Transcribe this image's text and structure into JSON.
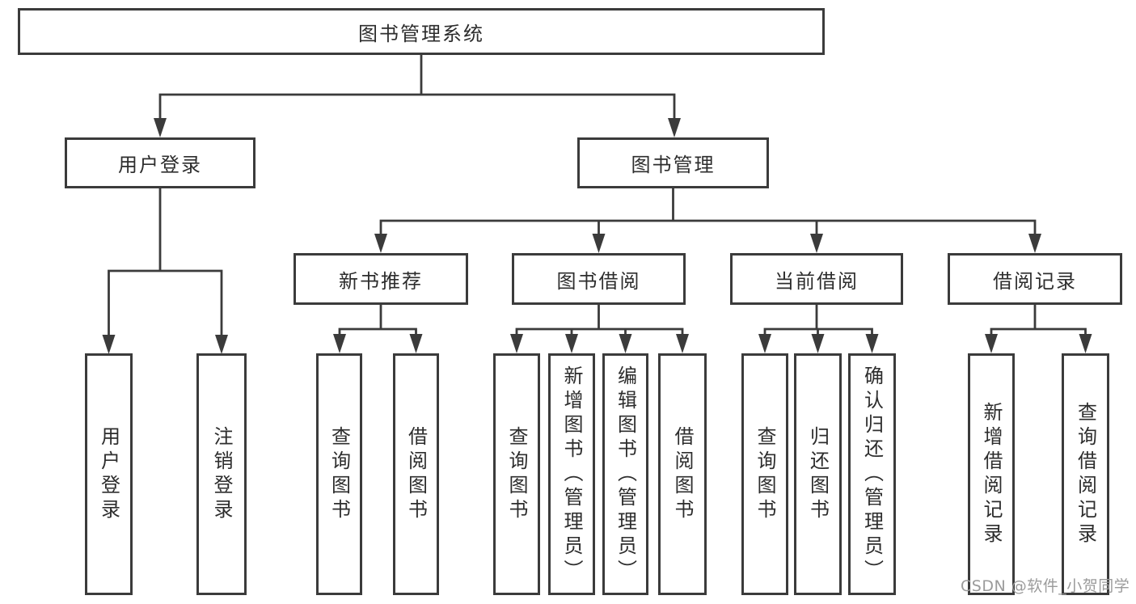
{
  "diagram": {
    "root": {
      "label": "图书管理系统"
    },
    "branches": [
      {
        "label": "用户登录",
        "children": [
          {
            "label": "用户登录"
          },
          {
            "label": "注销登录"
          }
        ]
      },
      {
        "label": "图书管理",
        "children": [
          {
            "label": "新书推荐",
            "children": [
              {
                "label": "查询图书"
              },
              {
                "label": "借阅图书"
              }
            ]
          },
          {
            "label": "图书借阅",
            "children": [
              {
                "label": "查询图书"
              },
              {
                "label": "新增图书（管理员）"
              },
              {
                "label": "编辑图书（管理员）"
              },
              {
                "label": "借阅图书"
              }
            ]
          },
          {
            "label": "当前借阅",
            "children": [
              {
                "label": "查询图书"
              },
              {
                "label": "归还图书"
              },
              {
                "label": "确认归还（管理员）"
              }
            ]
          },
          {
            "label": "借阅记录",
            "children": [
              {
                "label": "新增借阅记录"
              },
              {
                "label": "查询借阅记录"
              }
            ]
          }
        ]
      }
    ]
  },
  "watermark": {
    "text": "CSDN @软件_小贺同学"
  },
  "colors": {
    "line": "#3b3b3b",
    "text": "#2d2d2d",
    "watermark": "#9b9b9b",
    "background": "#ffffff"
  }
}
